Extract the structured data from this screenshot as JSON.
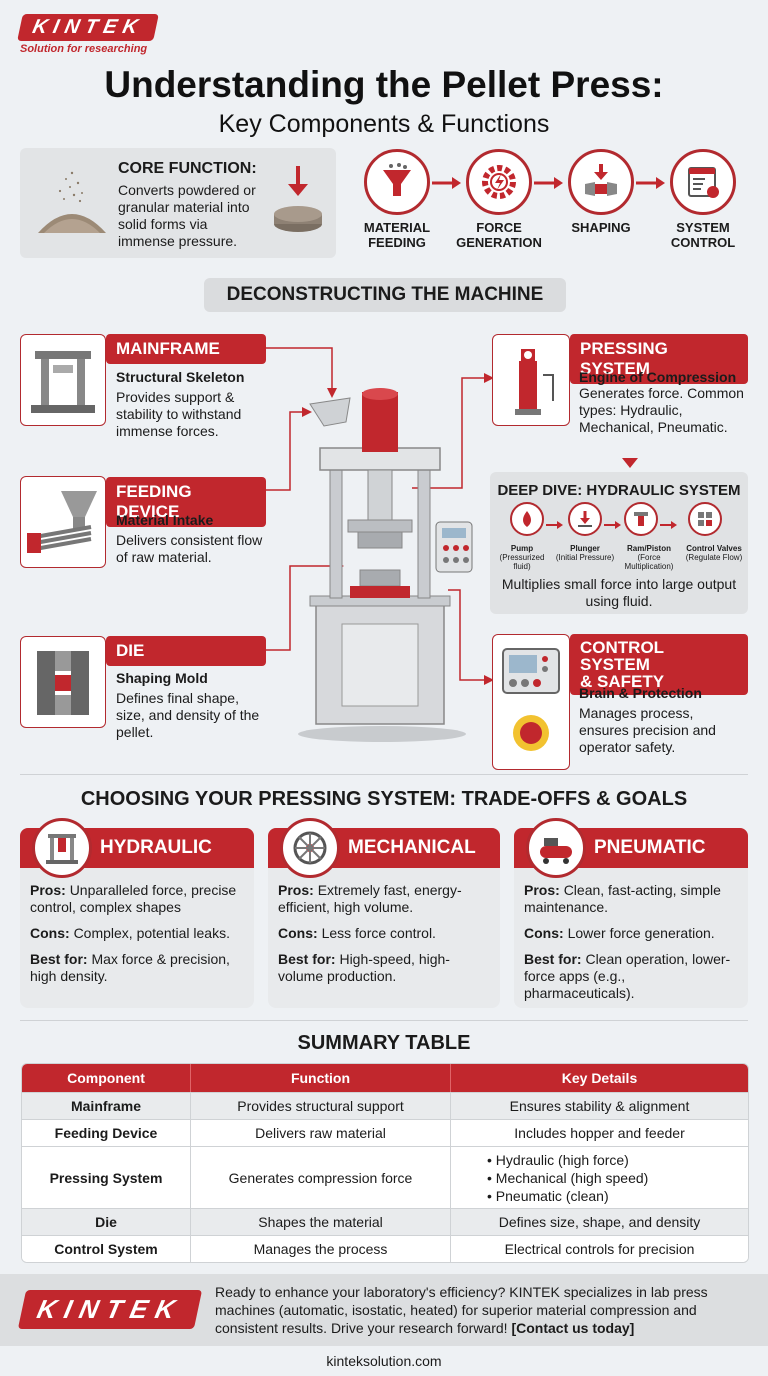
{
  "brand": {
    "name": "KINTEK",
    "tagline": "Solution for researching"
  },
  "header": {
    "title": "Understanding the Pellet Press:",
    "subtitle": "Key Components & Functions"
  },
  "core": {
    "title": "CORE FUNCTION:",
    "text": "Converts powdered or granular material into solid forms via immense pressure."
  },
  "flow": [
    {
      "label_line1": "MATERIAL",
      "label_line2": "FEEDING"
    },
    {
      "label_line1": "FORCE",
      "label_line2": "GENERATION"
    },
    {
      "label_line1": "SHAPING",
      "label_line2": ""
    },
    {
      "label_line1": "SYSTEM",
      "label_line2": "CONTROL"
    }
  ],
  "deconstruct": {
    "heading": "DECONSTRUCTING THE MACHINE",
    "mainframe": {
      "title": "MAINFRAME",
      "sub": "Structural Skeleton",
      "text": "Provides support & stability to withstand immense forces."
    },
    "feeding": {
      "title": "FEEDING DEVICE",
      "sub": "Material Intake",
      "text": "Delivers consistent flow of raw material."
    },
    "die": {
      "title": "DIE",
      "sub": "Shaping Mold",
      "text": "Defines final shape, size, and density of the pellet."
    },
    "pressing": {
      "title": "PRESSING SYSTEM",
      "sub": "Engine of Compression",
      "text": "Generates force. Common types: Hydraulic, Mechanical, Pneumatic."
    },
    "control": {
      "title_line1": "CONTROL SYSTEM",
      "title_line2": "& SAFETY",
      "sub": "Brain & Protection",
      "text": "Manages process, ensures precision and operator safety."
    }
  },
  "deep_dive": {
    "title": "DEEP DIVE: HYDRAULIC SYSTEM",
    "steps": [
      {
        "name": "Pump",
        "note": "(Pressurized fluid)"
      },
      {
        "name": "Plunger",
        "note": "(Initial Pressure)"
      },
      {
        "name": "Ram/Piston",
        "note": "(Force Multiplication)"
      },
      {
        "name": "Control Valves",
        "note": "(Regulate Flow)"
      }
    ],
    "text": "Multiplies small force into large output using fluid."
  },
  "choosing": {
    "heading": "CHOOSING YOUR PRESSING SYSTEM: TRADE-OFFS & GOALS",
    "systems": [
      {
        "name": "HYDRAULIC",
        "pros_label": "Pros:",
        "pros": "Unparalleled force, precise control, complex shapes",
        "cons_label": "Cons:",
        "cons": "Complex, potential leaks.",
        "best_label": "Best for:",
        "best": "Max force & precision, high density."
      },
      {
        "name": "MECHANICAL",
        "pros_label": "Pros:",
        "pros": "Extremely fast, energy-efficient, high volume.",
        "cons_label": "Cons:",
        "cons": "Less force control.",
        "best_label": "Best for:",
        "best": "High-speed, high-volume production."
      },
      {
        "name": "PNEUMATIC",
        "pros_label": "Pros:",
        "pros": "Clean, fast-acting, simple maintenance.",
        "cons_label": "Cons:",
        "cons": "Lower force generation.",
        "best_label": "Best for:",
        "best": "Clean operation, lower-force apps (e.g., pharmaceuticals)."
      }
    ]
  },
  "summary": {
    "heading": "SUMMARY TABLE",
    "headers": [
      "Component",
      "Function",
      "Key Details"
    ],
    "rows": [
      {
        "component": "Mainframe",
        "function": "Provides structural support",
        "details": "Ensures stability & alignment"
      },
      {
        "component": "Feeding Device",
        "function": "Delivers raw material",
        "details": "Includes hopper and feeder"
      },
      {
        "component": "Pressing System",
        "function": "Generates compression force",
        "details_list": [
          "• Hydraulic (high force)",
          "• Mechanical (high speed)",
          "• Pneumatic (clean)"
        ]
      },
      {
        "component": "Die",
        "function": "Shapes the material",
        "details": "Defines size, shape, and density"
      },
      {
        "component": "Control System",
        "function": "Manages the process",
        "details": "Electrical controls for precision"
      }
    ]
  },
  "footer": {
    "text": "Ready to enhance your laboratory's efficiency? KINTEK specializes in lab press machines (automatic, isostatic, heated) for superior material compression and consistent results. Drive your research forward!",
    "cta": "[Contact us today]",
    "url": "kinteksolution.com"
  },
  "colors": {
    "accent": "#c1272d",
    "background": "#eef1f4"
  }
}
